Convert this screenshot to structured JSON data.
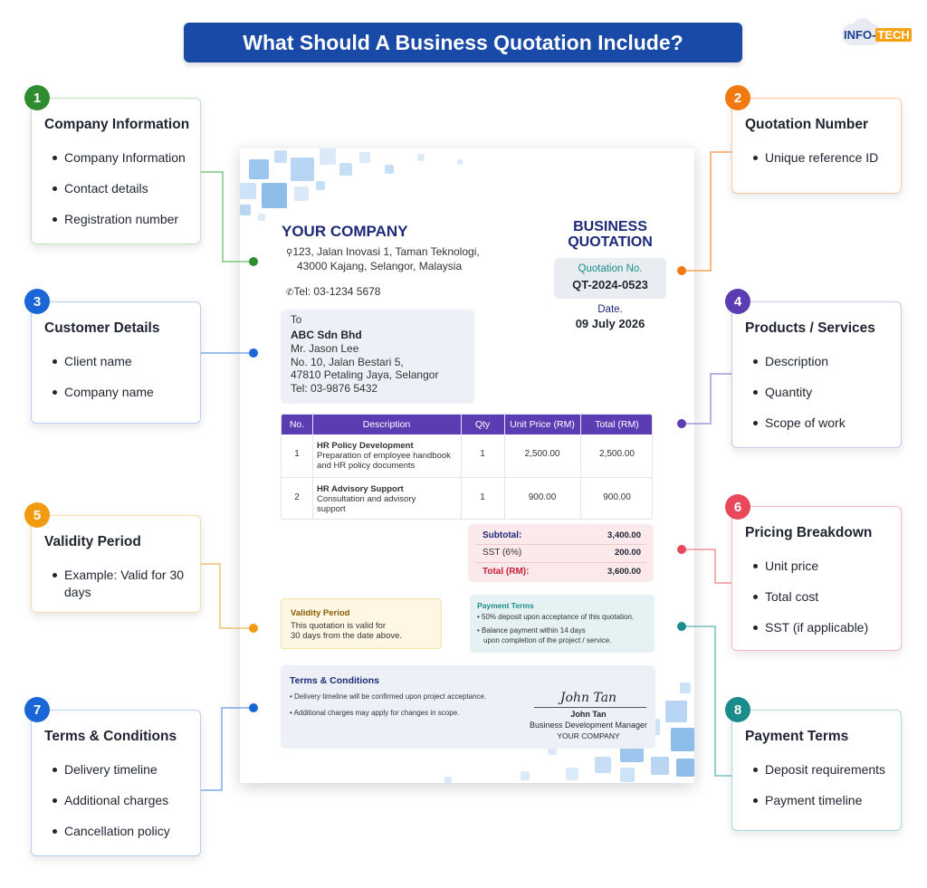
{
  "header": {
    "title": "What Should A Business Quotation Include?"
  },
  "logo": {
    "part1": "INFO",
    "part2": "TECH"
  },
  "cards": [
    {
      "num": "1",
      "title": "Company Information",
      "items": [
        "Company Information",
        "Contact details",
        "Registration number"
      ],
      "color": "#2e8b2e"
    },
    {
      "num": "2",
      "title": "Quotation Number",
      "items": [
        "Unique reference ID"
      ],
      "color": "#f07a10"
    },
    {
      "num": "3",
      "title": "Customer Details",
      "items": [
        "Client name",
        "Company name"
      ],
      "color": "#1a66d6"
    },
    {
      "num": "4",
      "title": "Products / Services",
      "items": [
        "Description",
        "Quantity",
        "Scope of work"
      ],
      "color": "#5b3cb3"
    },
    {
      "num": "5",
      "title": "Validity Period",
      "items": [
        "Example: Valid for 30 days"
      ],
      "color": "#f29a12"
    },
    {
      "num": "6",
      "title": "Pricing Breakdown",
      "items": [
        "Unit price",
        "Total cost",
        "SST (if applicable)"
      ],
      "color": "#e8485a"
    },
    {
      "num": "7",
      "title": "Terms & Conditions",
      "items": [
        "Delivery timeline",
        "Additional charges",
        "Cancellation policy"
      ],
      "color": "#1a66d6"
    },
    {
      "num": "8",
      "title": "Payment Terms",
      "items": [
        "Deposit requirements",
        "Payment timeline"
      ],
      "color": "#1a8c8c"
    }
  ],
  "doc": {
    "company": "YOUR COMPANY",
    "address1": "123, Jalan Inovasi 1, Taman Teknologi,",
    "address2": "43000 Kajang, Selangor, Malaysia",
    "tel": "Tel: 03-1234 5678",
    "doc_title1": "BUSINESS",
    "doc_title2": "QUOTATION",
    "quote_no_label": "Quotation No.",
    "quote_no": "QT-2024-0523",
    "date_label": "Date.",
    "date": "09 July 2026",
    "to_label": "To",
    "to_company": "ABC Sdn Bhd",
    "to_name": "Mr. Jason Lee",
    "to_addr1": "No. 10, Jalan Bestari 5,",
    "to_addr2": "47810 Petaling Jaya, Selangor",
    "to_tel": "Tel: 03-9876 5432",
    "table": {
      "headers": [
        "No.",
        "Description",
        "Qty",
        "Unit Price (RM)",
        "Total (RM)"
      ],
      "rows": [
        {
          "no": "1",
          "title": "HR Policy Development",
          "desc1": "Preparation of employee handbook",
          "desc2": "and HR policy documents",
          "qty": "1",
          "unit": "2,500.00",
          "total": "2,500.00"
        },
        {
          "no": "2",
          "title": "HR Advisory Support",
          "desc1": "Consultation and advisory",
          "desc2": "support",
          "qty": "1",
          "unit": "900.00",
          "total": "900.00"
        }
      ]
    },
    "summary": {
      "subtotal_label": "Subtotal:",
      "subtotal": "3,400.00",
      "sst_label": "SST (6%)",
      "sst": "200.00",
      "total_label": "Total (RM):",
      "total": "3,600.00"
    },
    "validity": {
      "title": "Validity Period",
      "line1": "This quotation is valid for",
      "line2": "30 days from the date above."
    },
    "payment": {
      "title": "Payment Terms",
      "line1": "50% deposit upon acceptance of this quotation.",
      "line2a": "Balance payment within 14 days",
      "line2b": "upon completion of the project / service."
    },
    "terms": {
      "title": "Terms & Conditions",
      "line1": "Delivery timeline will be confirmed upon project acceptance.",
      "line2": "Additional charges may apply for changes in scope."
    },
    "signature": {
      "sign": "John Tan",
      "name": "John Tan",
      "role": "Business Development Manager",
      "company": "YOUR COMPANY"
    }
  }
}
